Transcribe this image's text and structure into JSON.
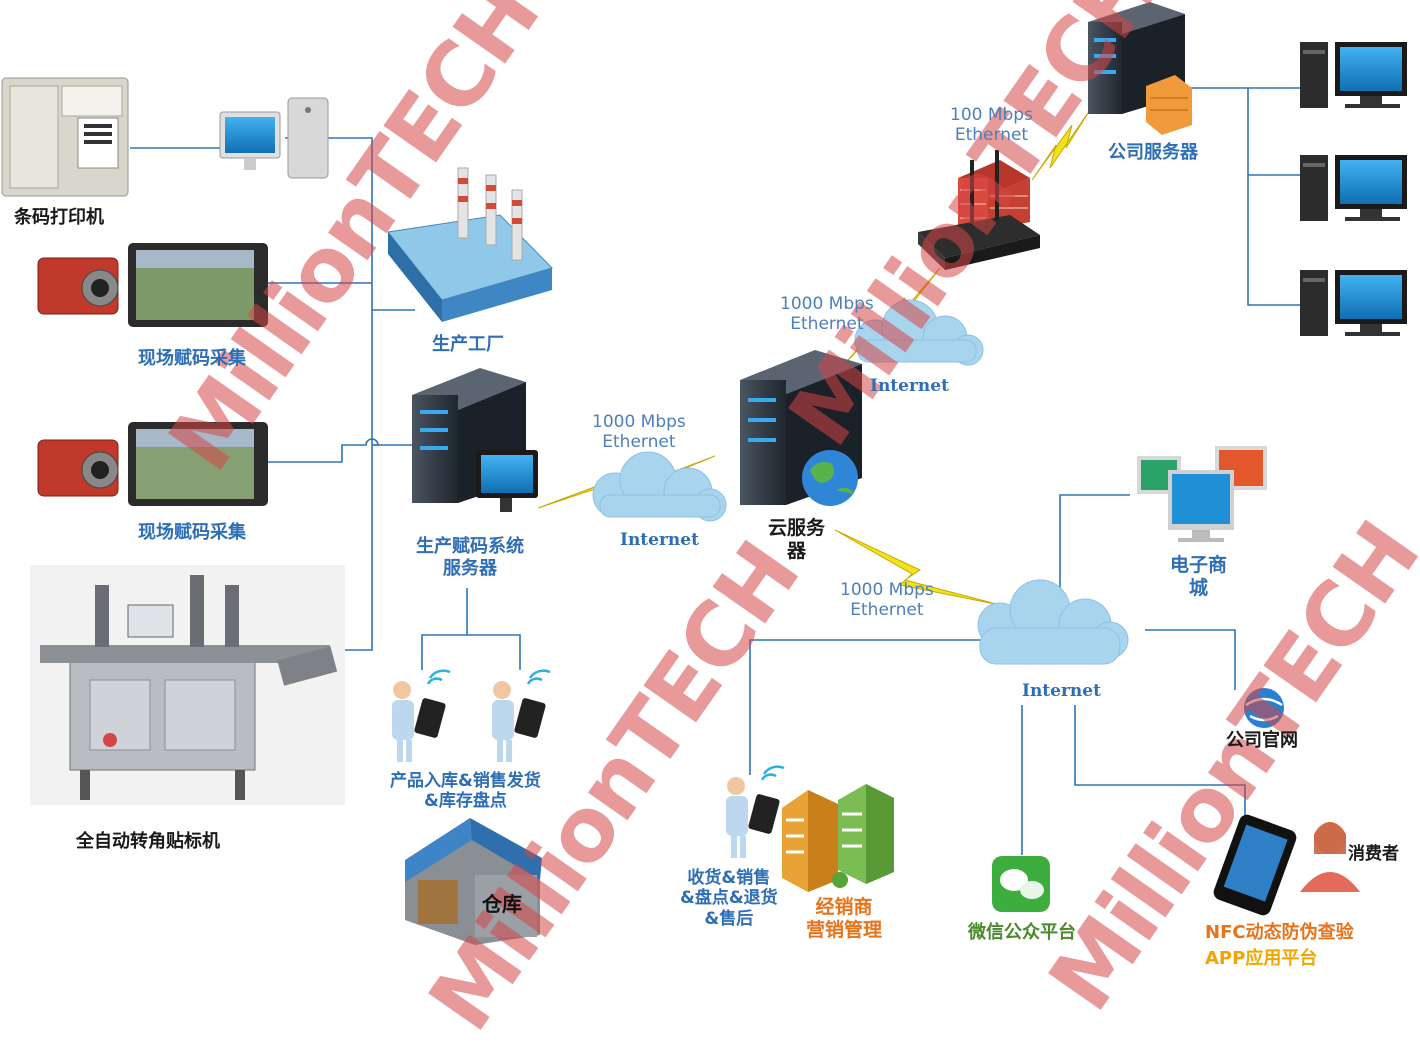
{
  "watermark": "MillionTECH",
  "labels": {
    "barcode_printer": "条码打印机",
    "field_code_1": "现场赋码采集",
    "field_code_2": "现场赋码采集",
    "labeler": "全自动转角贴标机",
    "factory": "生产工厂",
    "prod_server": "生产赋码系统\n服务器",
    "warehouse_ops": "产品入库&销售发货\n&库存盘点",
    "warehouse": "仓库",
    "cloud_server": "云服务\n器",
    "company_server": "公司服务器",
    "ecommerce": "电子商\n城",
    "official_site": "公司官网",
    "consumer": "消费者",
    "dealer_ops": "收货&销售\n&盘点&退货\n&售后",
    "dealer_mgmt": "经销商\n营销管理",
    "wechat": "微信公众平台",
    "nfc_line1": "NFC动态防伪查验",
    "nfc_line2": "APP应用平台"
  },
  "links": {
    "eth_prod_cloud": "1000 Mbps\nEthernet",
    "eth_cloud_router": "1000 Mbps\nEthernet",
    "eth_router_company": "100 Mbps\nEthernet",
    "eth_cloud_internet": "1000 Mbps\nEthernet",
    "internet_1": "Internet",
    "internet_2": "Internet",
    "internet_3": "Internet"
  },
  "colors": {
    "line": "#2e75b6",
    "server": "#2f3a45",
    "cloud": "#a8d4ee",
    "bolt": "#f2e21b",
    "firewall": "#d9493c",
    "monitor": "#1f8fd6"
  }
}
